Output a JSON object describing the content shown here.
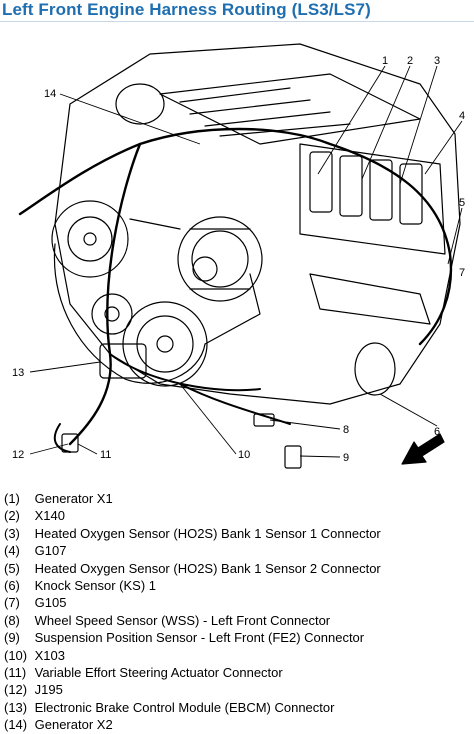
{
  "title": "Left Front Engine Harness Routing (LS3/LS7)",
  "callouts": [
    "1",
    "2",
    "3",
    "4",
    "5",
    "6",
    "7",
    "8",
    "9",
    "10",
    "11",
    "12",
    "13",
    "14"
  ],
  "legend": [
    {
      "num": "(1)",
      "label": "Generator X1"
    },
    {
      "num": "(2)",
      "label": "X140"
    },
    {
      "num": "(3)",
      "label": "Heated Oxygen Sensor (HO2S) Bank 1 Sensor 1 Connector"
    },
    {
      "num": "(4)",
      "label": "G107"
    },
    {
      "num": "(5)",
      "label": "Heated Oxygen Sensor (HO2S) Bank 1 Sensor 2 Connector"
    },
    {
      "num": "(6)",
      "label": "Knock Sensor (KS) 1"
    },
    {
      "num": "(7)",
      "label": "G105"
    },
    {
      "num": "(8)",
      "label": "Wheel Speed Sensor (WSS) - Left Front Connector"
    },
    {
      "num": "(9)",
      "label": "Suspension Position Sensor - Left Front (FE2) Connector"
    },
    {
      "num": "(10)",
      "label": "X103"
    },
    {
      "num": "(11)",
      "label": "Variable Effort Steering Actuator Connector"
    },
    {
      "num": "(12)",
      "label": "J195"
    },
    {
      "num": "(13)",
      "label": "Electronic Brake Control Module (EBCM) Connector"
    },
    {
      "num": "(14)",
      "label": "Generator X2"
    }
  ]
}
